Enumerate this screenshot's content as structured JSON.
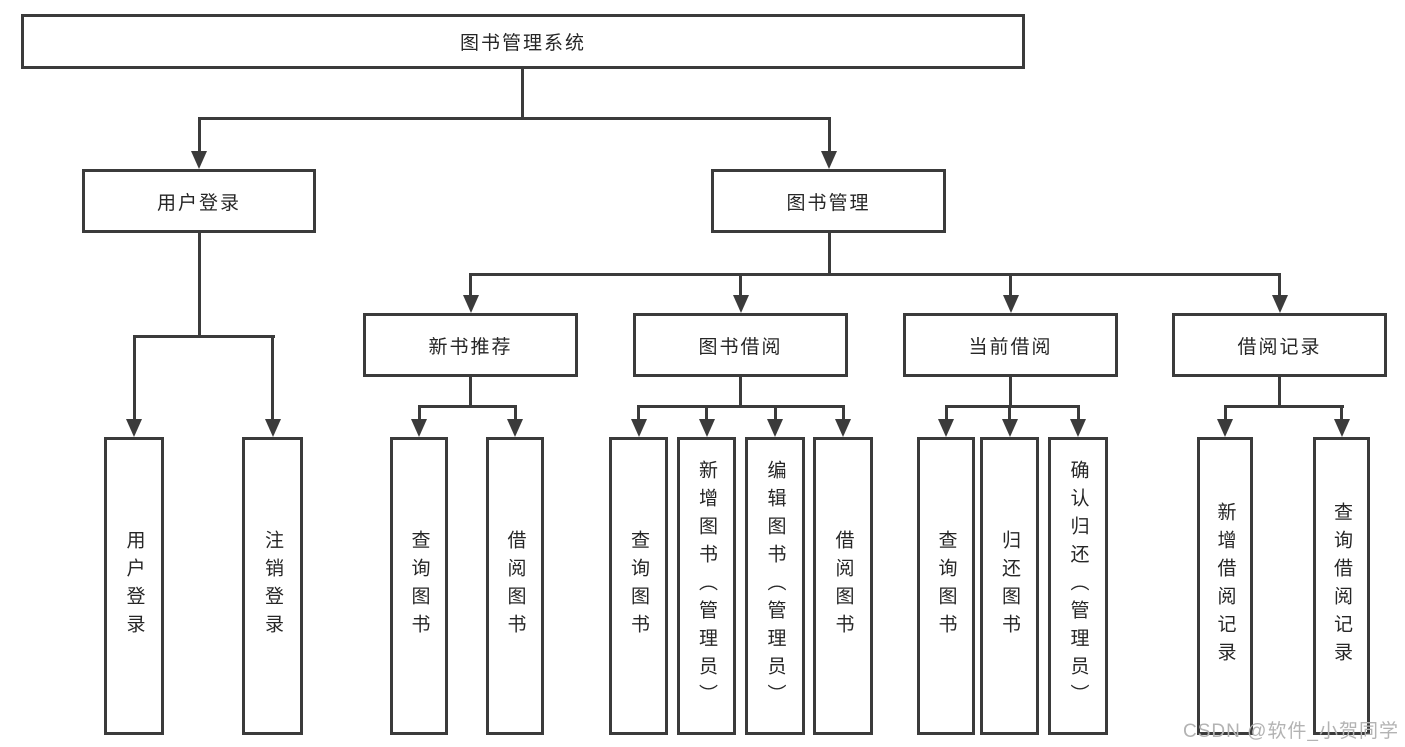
{
  "diagram_title": "图书管理系统",
  "tree": {
    "root": {
      "label": "图书管理系统"
    },
    "branches": [
      {
        "label": "用户登录",
        "children": [
          {
            "label": "用户登录"
          },
          {
            "label": "注销登录"
          }
        ]
      },
      {
        "label": "图书管理",
        "children": [
          {
            "label": "新书推荐",
            "children": [
              {
                "label": "查询图书"
              },
              {
                "label": "借阅图书"
              }
            ]
          },
          {
            "label": "图书借阅",
            "children": [
              {
                "label": "查询图书"
              },
              {
                "label": "新增图书（管理员）"
              },
              {
                "label": "编辑图书（管理员）"
              },
              {
                "label": "借阅图书"
              }
            ]
          },
          {
            "label": "当前借阅",
            "children": [
              {
                "label": "查询图书"
              },
              {
                "label": "归还图书"
              },
              {
                "label": "确认归还（管理员）"
              }
            ]
          },
          {
            "label": "借阅记录",
            "children": [
              {
                "label": "新增借阅记录"
              },
              {
                "label": "查询借阅记录"
              }
            ]
          }
        ]
      }
    ]
  },
  "watermark": {
    "text": "CSDN @软件_小贺同学",
    "color": "#b3b3b3"
  },
  "colors": {
    "line": "#3b3b3b",
    "box_border": "#3b3b3b",
    "text": "#262626",
    "background": "#ffffff"
  }
}
